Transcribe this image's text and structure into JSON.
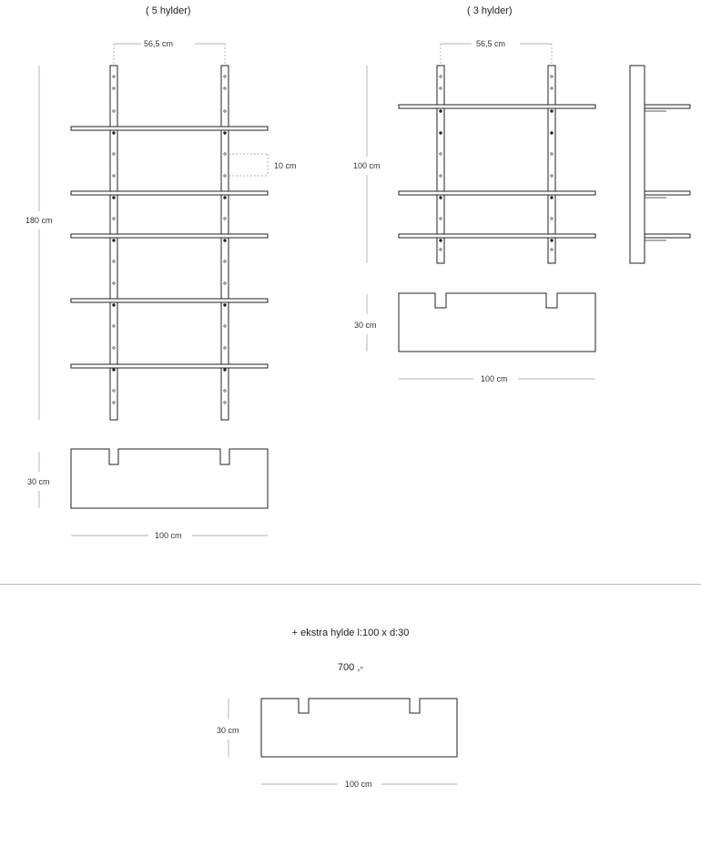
{
  "left_diagram": {
    "title": "( 5 hylder)",
    "width_top": "56,5 cm",
    "height": "180 cm",
    "spacing": "10 cm",
    "depth": "30 cm",
    "length": "100 cm"
  },
  "right_diagram": {
    "title": "( 3 hylder)",
    "width_top": "56,5 cm",
    "height": "100 cm",
    "depth": "30 cm",
    "length": "100 cm"
  },
  "extra": {
    "caption": "+  ekstra hylde l:100 x d:30",
    "price": "700 ,-",
    "depth": "30 cm",
    "length": "100 cm"
  },
  "colors": {
    "line": "#222222",
    "dim_line": "#999999"
  }
}
